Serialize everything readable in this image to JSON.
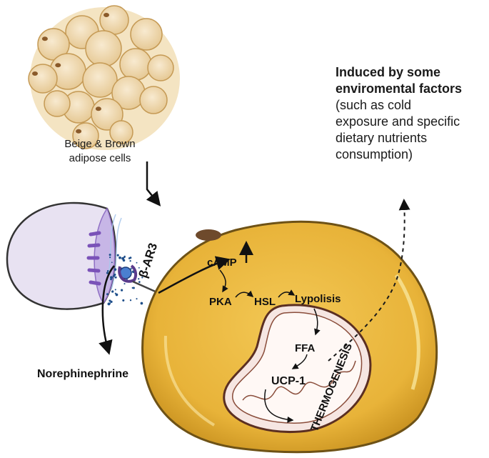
{
  "cells_caption": [
    "Beige & Brown",
    "adipose cells"
  ],
  "side_note": {
    "title": [
      "Induced by some",
      "enviromental factors"
    ],
    "body": [
      "(such as cold",
      "exposure and specific",
      "dietary nutrients",
      "consumption)"
    ]
  },
  "labels": {
    "receptor": "β-AR3",
    "camp": "cAMP",
    "pka": "PKA",
    "hsl": "HSL",
    "lypolisis": "Lypolisis",
    "ffa": "FFA",
    "ucp1": "UCP-1",
    "thermogenesis": "THERMOGENESIS",
    "norephinephrine": "Norephinephrine"
  },
  "colors": {
    "fat_cell_fill": "#e9b43a",
    "fat_cell_edge": "#7a5a1a",
    "cluster_fill": "#f1dca6",
    "neuron_fill": "#e6def0",
    "neuron_edge": "#3a3a3a",
    "membrane_purple": "#8f6fc4",
    "mito_fill": "#f7ece8",
    "mito_edge": "#6b3e2e"
  }
}
